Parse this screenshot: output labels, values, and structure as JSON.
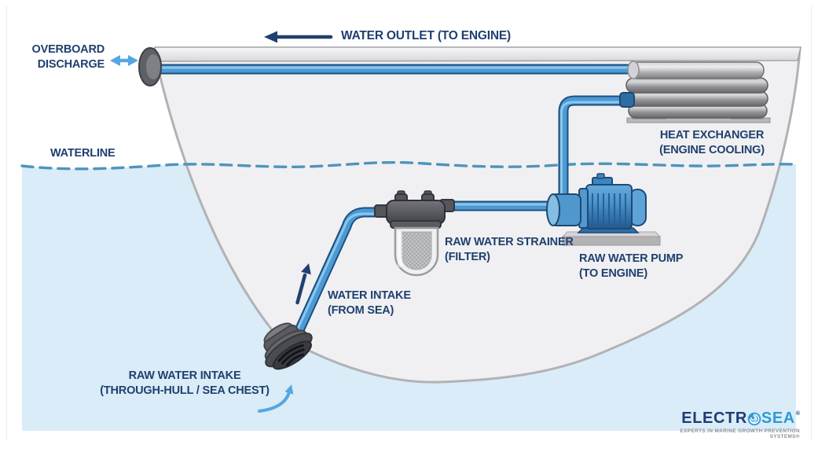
{
  "labels": {
    "water_outlet": "WATER OUTLET (TO ENGINE)",
    "overboard": {
      "line1": "OVERBOARD",
      "line2": "DISCHARGE"
    },
    "waterline": "WATERLINE",
    "heat_exchanger": {
      "line1": "HEAT EXCHANGER",
      "line2": "(ENGINE COOLING)"
    },
    "strainer": {
      "line1": "RAW WATER STRAINER",
      "line2": "(FILTER)"
    },
    "pump": {
      "line1": "RAW WATER PUMP",
      "line2": "(TO ENGINE)"
    },
    "water_intake": {
      "line1": "WATER INTAKE",
      "line2": "(FROM SEA)"
    },
    "raw_water_intake": {
      "line1": "RAW WATER INTAKE",
      "line2": "(THROUGH-HULL / SEA CHEST)"
    }
  },
  "logo": {
    "brand_left": "ELECTR",
    "brand_right": "SEA",
    "registered": "®",
    "tagline": "EXPERTS IN MARINE GROWTH PREVENTION SYSTEMS®"
  },
  "colors": {
    "label-navy": "#20406f",
    "arrow-blue": "#54a7e1",
    "water": "#d9ecf7",
    "waterline": "#4f94bd",
    "pipe-dark": "#1d5080",
    "pipe-mid": "#4b9ad6",
    "pipe-light": "#8ec6ea",
    "hull-fill": "#f0f0f2",
    "hull-stroke": "#b2b2b6",
    "logo-navy": "#1e3c73",
    "logo-blue": "#2f9bd6",
    "tagline-gray": "#909094"
  }
}
